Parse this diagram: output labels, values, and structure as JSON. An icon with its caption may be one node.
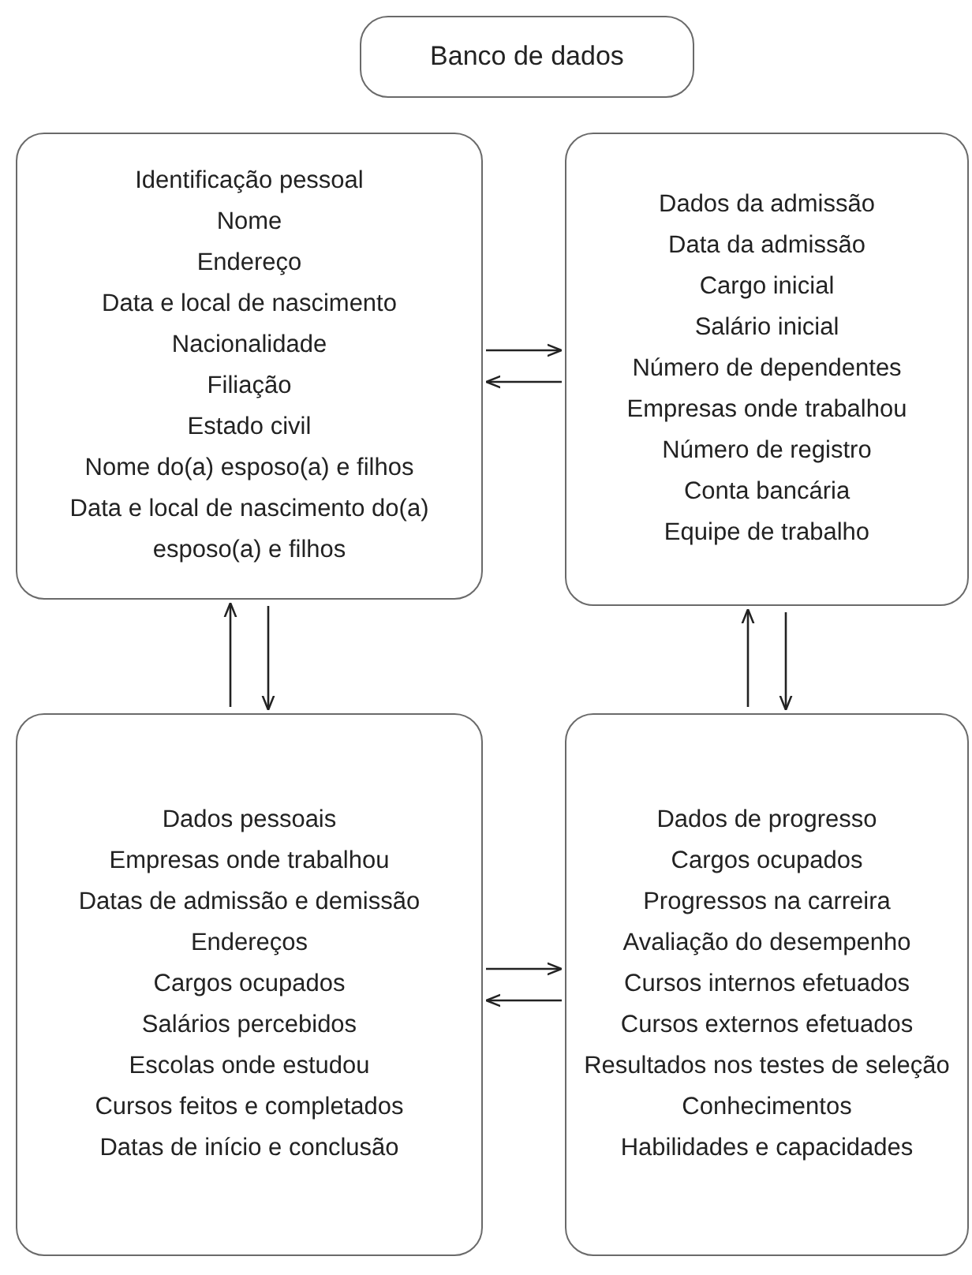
{
  "diagram": {
    "nodes": [
      {
        "text": [
          "Banco de dados"
        ]
      },
      {
        "text": [
          "Identificação pessoal",
          "Nome",
          "Endereço",
          "Data e local de nascimento",
          "Nacionalidade",
          "Filiação",
          "Estado civil",
          "Nome do(a) esposo(a) e filhos",
          "Data e local de nascimento do(a) esposo(a) e filhos"
        ]
      },
      {
        "text": [
          "Dados da admissão",
          "Data da admissão",
          "Cargo inicial",
          "Salário inicial",
          "Número de dependentes",
          "Empresas onde trabalhou",
          "Número de registro",
          "Conta bancária",
          "Equipe de trabalho"
        ]
      },
      {
        "text": [
          "Dados pessoais",
          "Empresas onde trabalhou",
          "Datas de admissão e demissão",
          "Endereços",
          "Cargos ocupados",
          "Salários percebidos",
          "Escolas onde estudou",
          "Cursos feitos e completados",
          "Datas de início e conclusão"
        ]
      },
      {
        "text": [
          "Dados de progresso",
          "Cargos ocupados",
          "Progressos na carreira",
          "Avaliação do desempenho",
          "Cursos internos efetuados",
          "Cursos externos efetuados",
          "Resultados nos testes de seleção",
          "Conhecimentos",
          "Habilidades e capacidades"
        ]
      }
    ],
    "edges": [
      {
        "from": 1,
        "to": 2,
        "arrow": "to"
      },
      {
        "from": 2,
        "to": 1,
        "arrow": "to"
      },
      {
        "from": 3,
        "to": 1,
        "arrow": "to"
      },
      {
        "from": 1,
        "to": 3,
        "arrow": "to"
      },
      {
        "from": 4,
        "to": 2,
        "arrow": "to"
      },
      {
        "from": 2,
        "to": 4,
        "arrow": "to"
      },
      {
        "from": 3,
        "to": 4,
        "arrow": "to"
      },
      {
        "from": 4,
        "to": 3,
        "arrow": "to"
      }
    ]
  }
}
